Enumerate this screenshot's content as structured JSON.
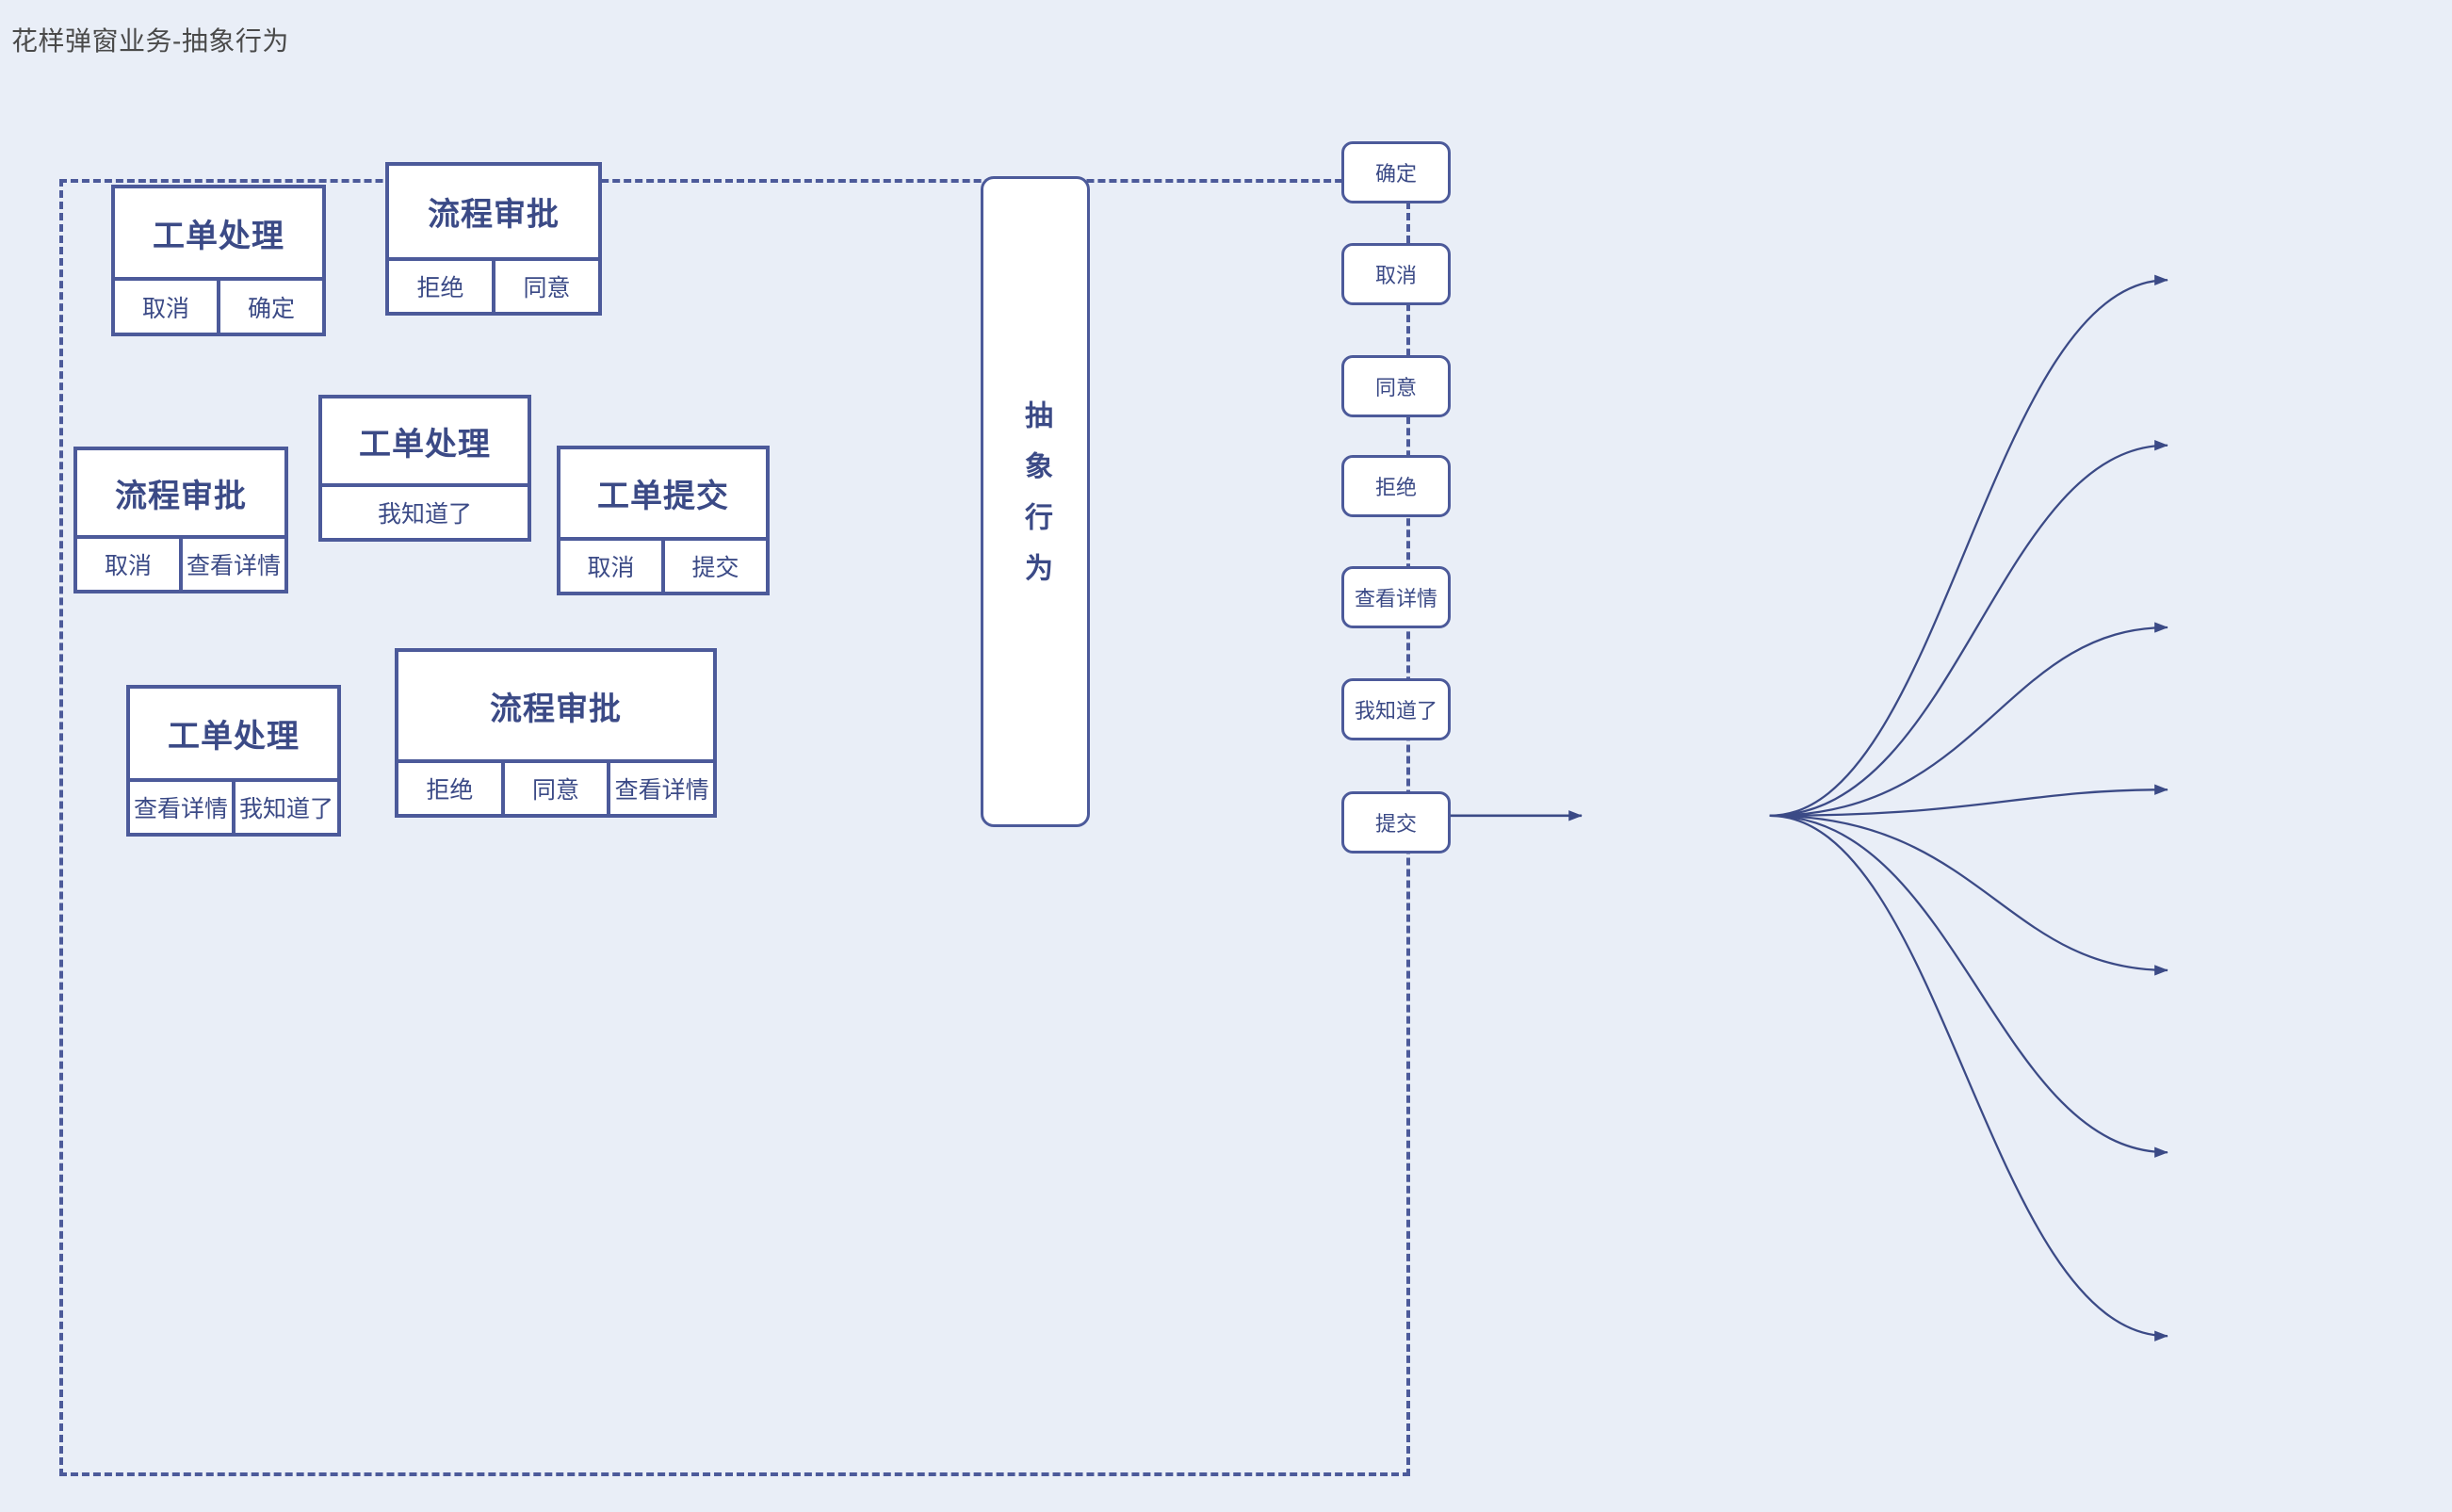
{
  "page": {
    "title": "花样弹窗业务-抽象行为",
    "background_color": "#e9eef7",
    "accent_color": "#4c5a9a",
    "text_color": "#3b4a86"
  },
  "dialog_group": {
    "label": "popup-dialog-variants",
    "border_style": "dashed"
  },
  "dialogs": [
    {
      "title": "工单处理",
      "buttons": [
        "取消",
        "确定"
      ]
    },
    {
      "title": "流程审批",
      "buttons": [
        "拒绝",
        "同意"
      ]
    },
    {
      "title": "流程审批",
      "buttons": [
        "取消",
        "查看详情"
      ]
    },
    {
      "title": "工单处理",
      "buttons": [
        "我知道了"
      ]
    },
    {
      "title": "工单提交",
      "buttons": [
        "取消",
        "提交"
      ]
    },
    {
      "title": "工单处理",
      "buttons": [
        "查看详情",
        "我知道了"
      ]
    },
    {
      "title": "流程审批",
      "buttons": [
        "拒绝",
        "同意",
        "查看详情"
      ]
    }
  ],
  "abstract_node": {
    "label": "抽象行为"
  },
  "actions": [
    {
      "label": "确定"
    },
    {
      "label": "取消"
    },
    {
      "label": "同意"
    },
    {
      "label": "拒绝"
    },
    {
      "label": "查看详情"
    },
    {
      "label": "我知道了"
    },
    {
      "label": "提交"
    }
  ]
}
